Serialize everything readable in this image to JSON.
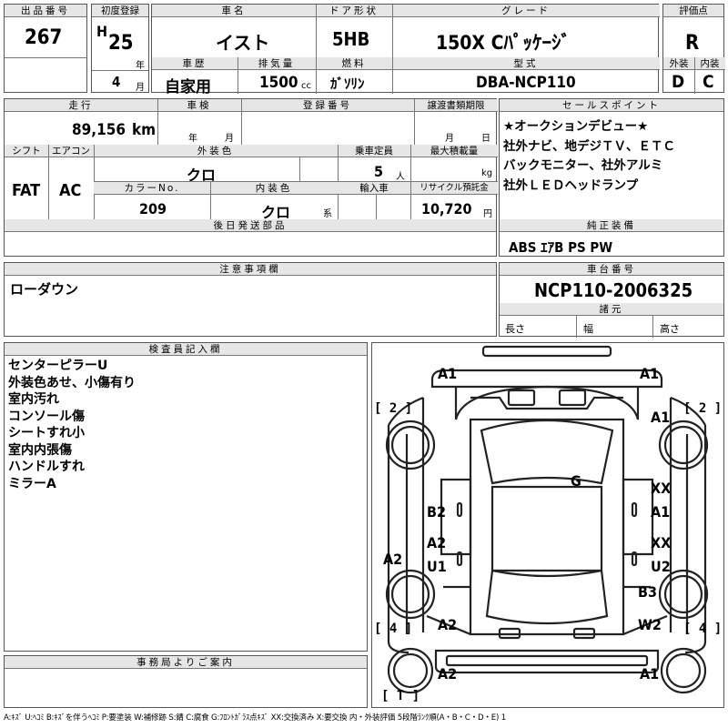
{
  "header": {
    "lot_label": "出品番号",
    "lot_value": "267",
    "first_reg_label": "初度登録",
    "era": "H",
    "first_reg_year": "25",
    "year_unit": "年",
    "first_reg_month": "4",
    "month_unit": "月",
    "car_name_label": "車名",
    "car_name": "イスト",
    "door_label": "ドア形状",
    "door": "5HB",
    "grade_label": "グレード",
    "grade": "150X Cﾊﾟｯｹｰｼﾞ",
    "score_label": "評価点",
    "score": "R",
    "history_label": "車歴",
    "history": "自家用",
    "displacement_label": "排気量",
    "displacement": "1500",
    "displacement_unit": "cc",
    "fuel_label": "燃料",
    "fuel": "ｶﾞｿﾘﾝ",
    "model_label": "型式",
    "model": "DBA-NCP110",
    "ext_label": "外装",
    "ext": "D",
    "int_label": "内装",
    "int": "C"
  },
  "details": {
    "mileage_label": "走行",
    "mileage": "89,156",
    "mileage_unit": "km",
    "inspection_label": "車検",
    "year_unit": "年",
    "month_unit": "月",
    "reg_no_label": "登録番号",
    "deadline_label": "譲渡書類期限",
    "day_unit": "日",
    "shift_label": "シフト",
    "shift": "FAT",
    "ac_label": "エアコン",
    "ac": "AC",
    "color_label": "外装色",
    "color": "クロ",
    "capacity_label": "乗車定員",
    "capacity": "5",
    "capacity_unit": "人",
    "load_label": "最大積載量",
    "load_unit": "kg",
    "color_no_label": "カラーNo.",
    "color_no": "209",
    "int_color_label": "内装色",
    "int_color": "クロ",
    "int_color_unit": "系",
    "import_label": "輸入車",
    "recycle_label": "リサイクル預託金",
    "recycle": "10,720",
    "recycle_unit": "円",
    "later_label": "後日発送部品"
  },
  "sales": {
    "label": "セールスポイント",
    "lines": [
      "★オークションデビュー★",
      "社外ナビ、地デジＴＶ、ＥＴＣ",
      "バックモニター、社外アルミ",
      "社外ＬＥＤヘッドランプ"
    ]
  },
  "equipment": {
    "label": "純正装備",
    "value": "ABS ｴｱB PS PW"
  },
  "notes": {
    "label": "注意事項欄",
    "text": "ローダウン"
  },
  "chassis": {
    "label": "車台番号",
    "value": "NCP110-2006325",
    "specs_label": "諸元",
    "length_label": "長さ",
    "width_label": "幅",
    "height_label": "高さ"
  },
  "inspector": {
    "label": "検査員記入欄",
    "lines": [
      "センターピラーU",
      "外装色あせ、小傷有り",
      "室内汚れ",
      "コンソール傷",
      "シートすれ小",
      "室内内張傷",
      "ハンドルすれ",
      "ミラーA"
    ]
  },
  "office": {
    "label": "事務局よりご案内"
  },
  "diagram": {
    "marks": [
      "A1",
      "A1",
      "A1",
      "G",
      "XX",
      "A1",
      "B2",
      "A2",
      "U1",
      "XX",
      "U2",
      "A2",
      "B3",
      "A2",
      "W2",
      "A2",
      "A1"
    ],
    "brackets": [
      "[ 2 ]",
      "[ 2 ]",
      "[ 4 ]",
      "[ 4 ]",
      "[ T ]"
    ]
  },
  "legend": "A:ｷｽﾞ U:ﾍｺﾐ B:ｷｽﾞを伴うﾍｺﾐ P:要塗装 W:補修跡 S:錆 C:腐食 G:ﾌﾛﾝﾄｶﾞﾗｽ点ｷｽﾞ XX:交換済み X:要交換 内・外装評価 5段階ﾗﾝｸ順(A・B・C・D・E) 1"
}
